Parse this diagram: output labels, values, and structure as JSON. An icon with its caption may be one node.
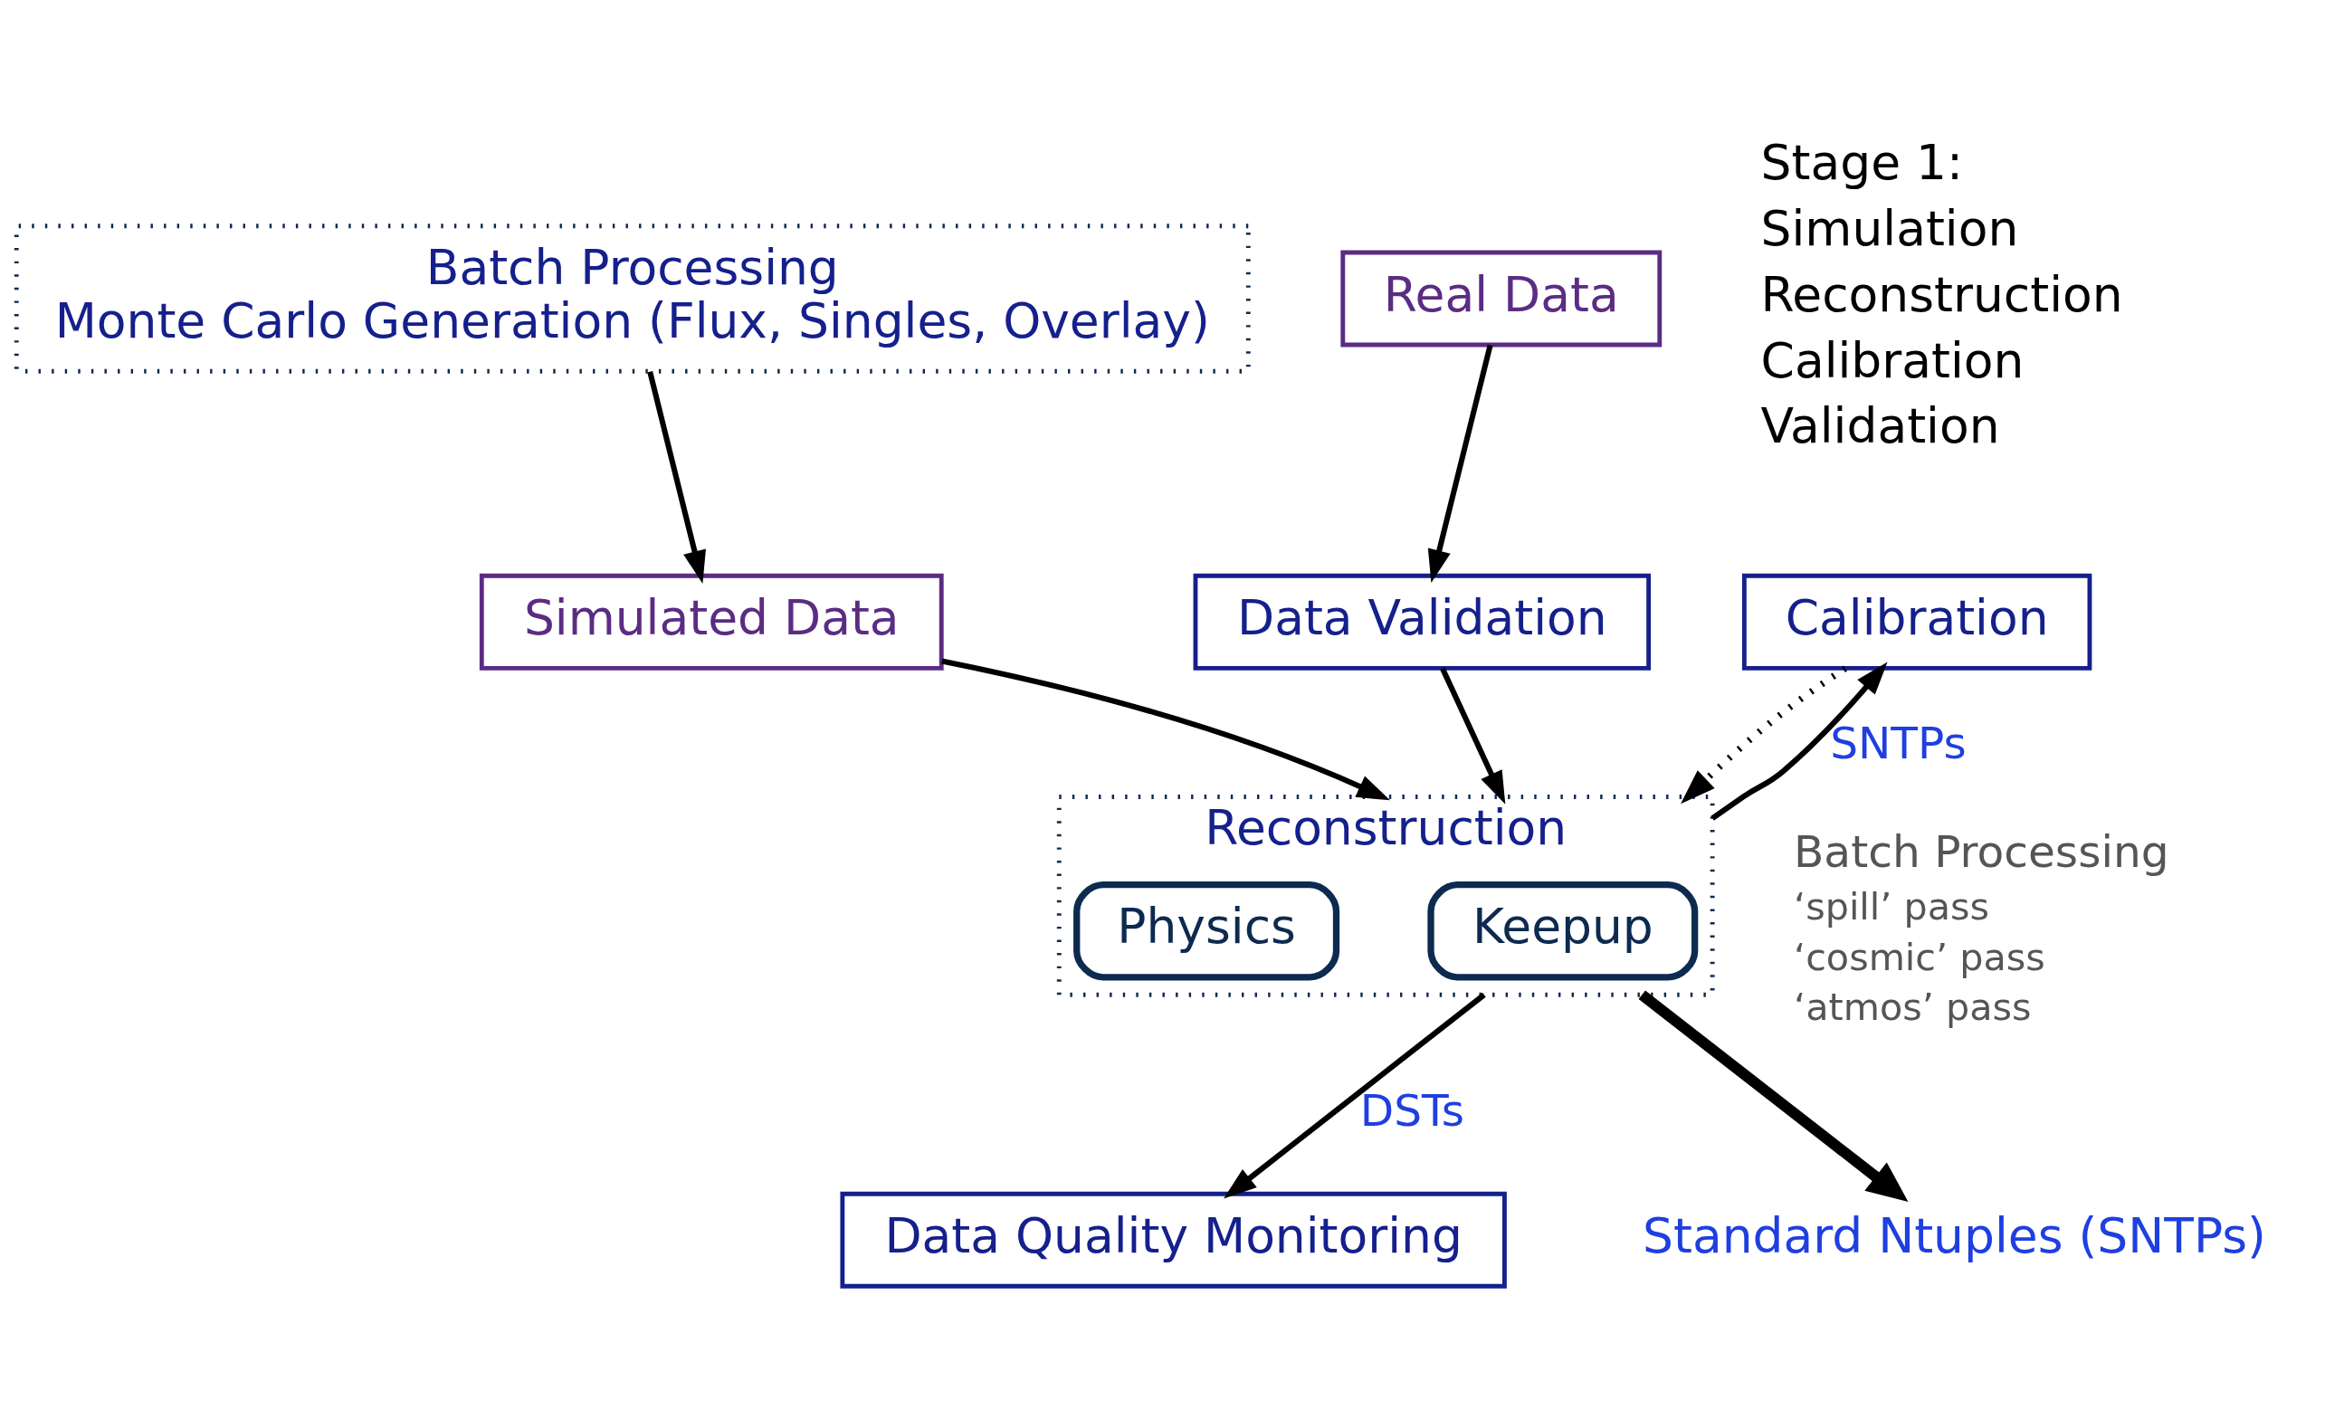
{
  "diagram": {
    "nodes": [
      {
        "text": [
          "Batch Processing",
          "Monte Carlo Generation (Flux, Singles, Overlay)"
        ]
      },
      {
        "text": [
          "Real Data"
        ]
      },
      {
        "text": [
          "Data Validation"
        ]
      },
      {
        "text": [
          "Simulated Data"
        ]
      },
      {
        "text": [
          "Calibration"
        ]
      },
      {
        "text": [
          "Reconstruction"
        ],
        "beside": [
          "Batch Processing",
          "‘spill’ pass",
          "‘cosmic’ pass",
          "‘atmos’ pass"
        ]
      },
      {
        "text": [
          "Keepup"
        ],
        "in": 5
      },
      {
        "text": [
          "Physics"
        ],
        "in": 5
      },
      {
        "text": [
          "Data Quality Monitoring"
        ]
      },
      {
        "text": [
          "Standard Ntuples (SNTPs)"
        ]
      }
    ],
    "edges": [
      {
        "from": 0,
        "to": 3,
        "arrow": "to"
      },
      {
        "from": 1,
        "to": 2,
        "arrow": "to"
      },
      {
        "from": 2,
        "to": 5,
        "arrow": "to"
      },
      {
        "from": 3,
        "to": 5,
        "arrow": "to"
      },
      {
        "from": 4,
        "to": 5,
        "arrow": "to",
        "style": "dashed"
      },
      {
        "from": 5,
        "to": 4,
        "arrow": "to",
        "label": "SNTPs"
      },
      {
        "from": 5,
        "to": 8,
        "arrow": "to",
        "label": "DSTs"
      },
      {
        "from": 5,
        "to": 9,
        "arrow": "to",
        "style": "thick"
      }
    ],
    "labels": [
      "Stage 1:",
      "Simulation",
      "Reconstruction",
      "Calibration",
      "Validation"
    ]
  }
}
